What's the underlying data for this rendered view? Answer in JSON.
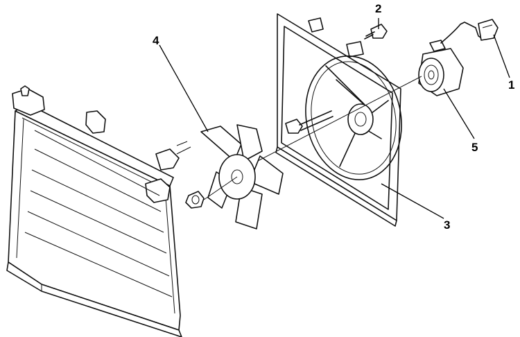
{
  "callouts": [
    {
      "id": "1",
      "text": "1"
    },
    {
      "id": "2",
      "text": "2"
    },
    {
      "id": "3",
      "text": "3"
    },
    {
      "id": "4",
      "text": "4"
    },
    {
      "id": "5",
      "text": "5"
    }
  ],
  "colors": {
    "line": "#111111",
    "background": "#ffffff"
  }
}
